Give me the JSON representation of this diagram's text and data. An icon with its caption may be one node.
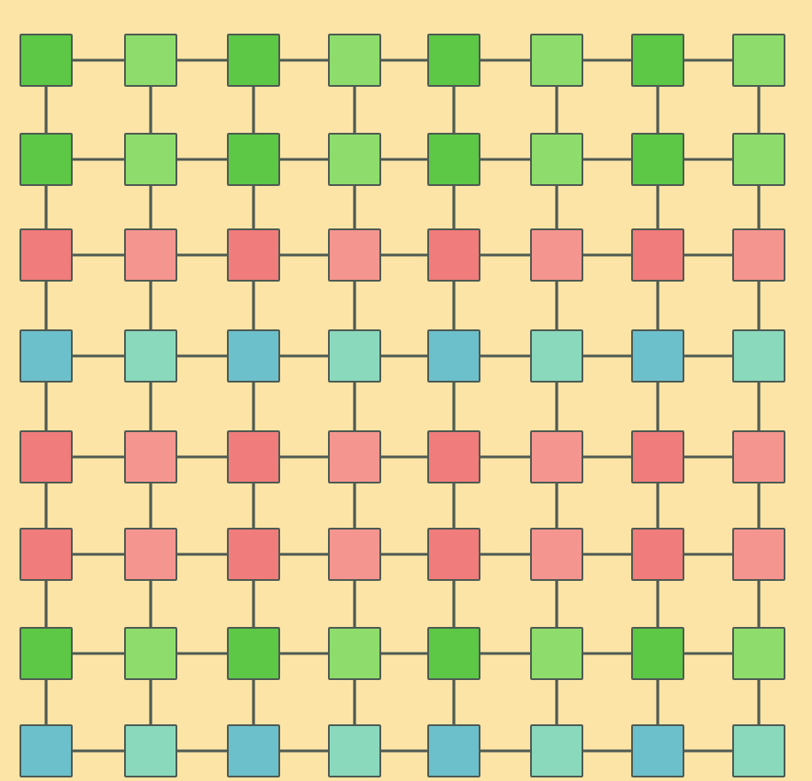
{
  "diagram": {
    "nodes": [
      {
        "text": [],
        "shape": "box"
      },
      {
        "text": [],
        "shape": "box"
      },
      {
        "text": [],
        "shape": "box"
      },
      {
        "text": [],
        "shape": "box"
      },
      {
        "text": [],
        "shape": "box"
      },
      {
        "text": [],
        "shape": "box"
      },
      {
        "text": [],
        "shape": "box"
      },
      {
        "text": [],
        "shape": "box"
      },
      {
        "text": [],
        "shape": "box"
      },
      {
        "text": [],
        "shape": "box"
      },
      {
        "text": [],
        "shape": "box"
      },
      {
        "text": [],
        "shape": "box"
      },
      {
        "text": [],
        "shape": "box"
      },
      {
        "text": [],
        "shape": "box"
      },
      {
        "text": [],
        "shape": "box"
      },
      {
        "text": [],
        "shape": "box"
      },
      {
        "text": [],
        "shape": "box"
      },
      {
        "text": [],
        "shape": "box"
      },
      {
        "text": [],
        "shape": "box"
      },
      {
        "text": [],
        "shape": "box"
      },
      {
        "text": [],
        "shape": "box"
      },
      {
        "text": [],
        "shape": "box"
      },
      {
        "text": [],
        "shape": "box"
      },
      {
        "text": [],
        "shape": "box"
      },
      {
        "text": [],
        "shape": "box"
      },
      {
        "text": [],
        "shape": "box"
      },
      {
        "text": [],
        "shape": "box"
      },
      {
        "text": [],
        "shape": "box"
      },
      {
        "text": [],
        "shape": "box"
      },
      {
        "text": [],
        "shape": "box"
      },
      {
        "text": [],
        "shape": "box"
      },
      {
        "text": [],
        "shape": "box"
      },
      {
        "text": [],
        "shape": "box"
      },
      {
        "text": [],
        "shape": "box"
      },
      {
        "text": [],
        "shape": "box"
      },
      {
        "text": [],
        "shape": "box"
      },
      {
        "text": [],
        "shape": "box"
      },
      {
        "text": [],
        "shape": "box"
      },
      {
        "text": [],
        "shape": "box"
      },
      {
        "text": [],
        "shape": "box"
      },
      {
        "text": [],
        "shape": "box"
      },
      {
        "text": [],
        "shape": "box"
      },
      {
        "text": [],
        "shape": "box"
      },
      {
        "text": [],
        "shape": "box"
      },
      {
        "text": [],
        "shape": "box"
      },
      {
        "text": [],
        "shape": "box"
      },
      {
        "text": [],
        "shape": "box"
      },
      {
        "text": [],
        "shape": "box"
      },
      {
        "text": [],
        "shape": "box"
      },
      {
        "text": [],
        "shape": "box"
      },
      {
        "text": [],
        "shape": "box"
      },
      {
        "text": [],
        "shape": "box"
      },
      {
        "text": [],
        "shape": "box"
      },
      {
        "text": [],
        "shape": "box"
      },
      {
        "text": [],
        "shape": "box"
      },
      {
        "text": [],
        "shape": "box"
      },
      {
        "text": [],
        "shape": "box"
      },
      {
        "text": [],
        "shape": "box"
      },
      {
        "text": [],
        "shape": "box"
      },
      {
        "text": [],
        "shape": "box"
      },
      {
        "text": [],
        "shape": "box"
      },
      {
        "text": [],
        "shape": "box"
      },
      {
        "text": [],
        "shape": "box"
      },
      {
        "text": [],
        "shape": "box"
      }
    ],
    "edges": [
      {
        "from": 0,
        "to": 1,
        "arrow": "none"
      },
      {
        "from": 1,
        "to": 2,
        "arrow": "none"
      },
      {
        "from": 2,
        "to": 3,
        "arrow": "none"
      },
      {
        "from": 3,
        "to": 4,
        "arrow": "none"
      },
      {
        "from": 4,
        "to": 5,
        "arrow": "none"
      },
      {
        "from": 5,
        "to": 6,
        "arrow": "none"
      },
      {
        "from": 6,
        "to": 7,
        "arrow": "none"
      },
      {
        "from": 8,
        "to": 9,
        "arrow": "none"
      },
      {
        "from": 9,
        "to": 10,
        "arrow": "none"
      },
      {
        "from": 10,
        "to": 11,
        "arrow": "none"
      },
      {
        "from": 11,
        "to": 12,
        "arrow": "none"
      },
      {
        "from": 12,
        "to": 13,
        "arrow": "none"
      },
      {
        "from": 13,
        "to": 14,
        "arrow": "none"
      },
      {
        "from": 14,
        "to": 15,
        "arrow": "none"
      },
      {
        "from": 16,
        "to": 17,
        "arrow": "none"
      },
      {
        "from": 17,
        "to": 18,
        "arrow": "none"
      },
      {
        "from": 18,
        "to": 19,
        "arrow": "none"
      },
      {
        "from": 19,
        "to": 20,
        "arrow": "none"
      },
      {
        "from": 20,
        "to": 21,
        "arrow": "none"
      },
      {
        "from": 21,
        "to": 22,
        "arrow": "none"
      },
      {
        "from": 22,
        "to": 23,
        "arrow": "none"
      },
      {
        "from": 24,
        "to": 25,
        "arrow": "none"
      },
      {
        "from": 25,
        "to": 26,
        "arrow": "none"
      },
      {
        "from": 26,
        "to": 27,
        "arrow": "none"
      },
      {
        "from": 27,
        "to": 28,
        "arrow": "none"
      },
      {
        "from": 28,
        "to": 29,
        "arrow": "none"
      },
      {
        "from": 29,
        "to": 30,
        "arrow": "none"
      },
      {
        "from": 30,
        "to": 31,
        "arrow": "none"
      },
      {
        "from": 32,
        "to": 33,
        "arrow": "none"
      },
      {
        "from": 33,
        "to": 34,
        "arrow": "none"
      },
      {
        "from": 34,
        "to": 35,
        "arrow": "none"
      },
      {
        "from": 35,
        "to": 36,
        "arrow": "none"
      },
      {
        "from": 36,
        "to": 37,
        "arrow": "none"
      },
      {
        "from": 37,
        "to": 38,
        "arrow": "none"
      },
      {
        "from": 38,
        "to": 39,
        "arrow": "none"
      },
      {
        "from": 40,
        "to": 41,
        "arrow": "none"
      },
      {
        "from": 41,
        "to": 42,
        "arrow": "none"
      },
      {
        "from": 42,
        "to": 43,
        "arrow": "none"
      },
      {
        "from": 43,
        "to": 44,
        "arrow": "none"
      },
      {
        "from": 44,
        "to": 45,
        "arrow": "none"
      },
      {
        "from": 45,
        "to": 46,
        "arrow": "none"
      },
      {
        "from": 46,
        "to": 47,
        "arrow": "none"
      },
      {
        "from": 48,
        "to": 49,
        "arrow": "none"
      },
      {
        "from": 49,
        "to": 50,
        "arrow": "none"
      },
      {
        "from": 50,
        "to": 51,
        "arrow": "none"
      },
      {
        "from": 51,
        "to": 52,
        "arrow": "none"
      },
      {
        "from": 52,
        "to": 53,
        "arrow": "none"
      },
      {
        "from": 53,
        "to": 54,
        "arrow": "none"
      },
      {
        "from": 54,
        "to": 55,
        "arrow": "none"
      },
      {
        "from": 56,
        "to": 57,
        "arrow": "none"
      },
      {
        "from": 57,
        "to": 58,
        "arrow": "none"
      },
      {
        "from": 58,
        "to": 59,
        "arrow": "none"
      },
      {
        "from": 59,
        "to": 60,
        "arrow": "none"
      },
      {
        "from": 60,
        "to": 61,
        "arrow": "none"
      },
      {
        "from": 61,
        "to": 62,
        "arrow": "none"
      },
      {
        "from": 62,
        "to": 63,
        "arrow": "none"
      },
      {
        "from": 0,
        "to": 8,
        "arrow": "none"
      },
      {
        "from": 1,
        "to": 9,
        "arrow": "none"
      },
      {
        "from": 2,
        "to": 10,
        "arrow": "none"
      },
      {
        "from": 3,
        "to": 11,
        "arrow": "none"
      },
      {
        "from": 4,
        "to": 12,
        "arrow": "none"
      },
      {
        "from": 5,
        "to": 13,
        "arrow": "none"
      },
      {
        "from": 6,
        "to": 14,
        "arrow": "none"
      },
      {
        "from": 7,
        "to": 15,
        "arrow": "none"
      },
      {
        "from": 8,
        "to": 16,
        "arrow": "none"
      },
      {
        "from": 9,
        "to": 17,
        "arrow": "none"
      },
      {
        "from": 10,
        "to": 18,
        "arrow": "none"
      },
      {
        "from": 11,
        "to": 19,
        "arrow": "none"
      },
      {
        "from": 12,
        "to": 20,
        "arrow": "none"
      },
      {
        "from": 13,
        "to": 21,
        "arrow": "none"
      },
      {
        "from": 14,
        "to": 22,
        "arrow": "none"
      },
      {
        "from": 15,
        "to": 23,
        "arrow": "none"
      },
      {
        "from": 16,
        "to": 24,
        "arrow": "none"
      },
      {
        "from": 17,
        "to": 25,
        "arrow": "none"
      },
      {
        "from": 18,
        "to": 26,
        "arrow": "none"
      },
      {
        "from": 19,
        "to": 27,
        "arrow": "none"
      },
      {
        "from": 20,
        "to": 28,
        "arrow": "none"
      },
      {
        "from": 21,
        "to": 29,
        "arrow": "none"
      },
      {
        "from": 22,
        "to": 30,
        "arrow": "none"
      },
      {
        "from": 23,
        "to": 31,
        "arrow": "none"
      },
      {
        "from": 24,
        "to": 32,
        "arrow": "none"
      },
      {
        "from": 25,
        "to": 33,
        "arrow": "none"
      },
      {
        "from": 26,
        "to": 34,
        "arrow": "none"
      },
      {
        "from": 27,
        "to": 35,
        "arrow": "none"
      },
      {
        "from": 28,
        "to": 36,
        "arrow": "none"
      },
      {
        "from": 29,
        "to": 37,
        "arrow": "none"
      },
      {
        "from": 30,
        "to": 38,
        "arrow": "none"
      },
      {
        "from": 31,
        "to": 39,
        "arrow": "none"
      },
      {
        "from": 32,
        "to": 40,
        "arrow": "none"
      },
      {
        "from": 33,
        "to": 41,
        "arrow": "none"
      },
      {
        "from": 34,
        "to": 42,
        "arrow": "none"
      },
      {
        "from": 35,
        "to": 43,
        "arrow": "none"
      },
      {
        "from": 36,
        "to": 44,
        "arrow": "none"
      },
      {
        "from": 37,
        "to": 45,
        "arrow": "none"
      },
      {
        "from": 38,
        "to": 46,
        "arrow": "none"
      },
      {
        "from": 39,
        "to": 47,
        "arrow": "none"
      },
      {
        "from": 40,
        "to": 48,
        "arrow": "none"
      },
      {
        "from": 41,
        "to": 49,
        "arrow": "none"
      },
      {
        "from": 42,
        "to": 50,
        "arrow": "none"
      },
      {
        "from": 43,
        "to": 51,
        "arrow": "none"
      },
      {
        "from": 44,
        "to": 52,
        "arrow": "none"
      },
      {
        "from": 45,
        "to": 53,
        "arrow": "none"
      },
      {
        "from": 46,
        "to": 54,
        "arrow": "none"
      },
      {
        "from": 47,
        "to": 55,
        "arrow": "none"
      },
      {
        "from": 48,
        "to": 56,
        "arrow": "none"
      },
      {
        "from": 49,
        "to": 57,
        "arrow": "none"
      },
      {
        "from": 50,
        "to": 58,
        "arrow": "none"
      },
      {
        "from": 51,
        "to": 59,
        "arrow": "none"
      },
      {
        "from": 52,
        "to": 60,
        "arrow": "none"
      },
      {
        "from": 53,
        "to": 61,
        "arrow": "none"
      },
      {
        "from": 54,
        "to": 62,
        "arrow": "none"
      },
      {
        "from": 55,
        "to": 63,
        "arrow": "none"
      }
    ]
  }
}
